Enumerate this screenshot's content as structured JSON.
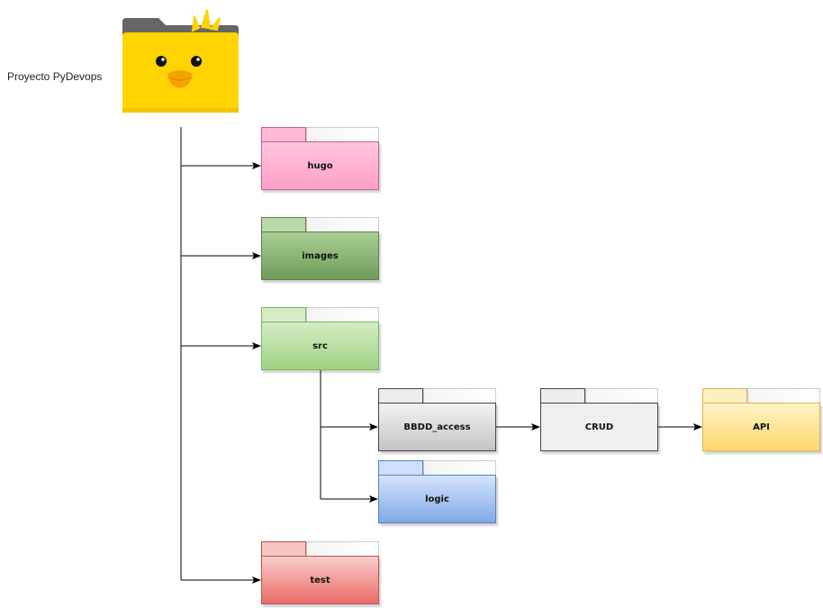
{
  "project": {
    "label": "Proyecto PyDevops"
  },
  "folders": {
    "hugo": {
      "label": "hugo",
      "tab_color": "#ffb7d5",
      "body_top": "#ffc6dd",
      "body_bottom": "#ff9fc9",
      "border": "#c25e8a"
    },
    "images": {
      "label": "images",
      "tab_color": "#b9d9a8",
      "body_top": "#a8ce94",
      "body_bottom": "#6f9c5a",
      "border": "#5d7f4b"
    },
    "src": {
      "label": "src",
      "tab_color": "#d6ecc7",
      "body_top": "#d5ecc5",
      "body_bottom": "#9fd384",
      "border": "#7ab55c"
    },
    "bbdd": {
      "label": "BBDD_access",
      "tab_color": "#ececec",
      "body_top": "#f2f2f2",
      "body_bottom": "#c4c4c4",
      "border": "#444444"
    },
    "crud": {
      "label": "CRUD",
      "tab_color": "#ededed",
      "body_top": "#efefef",
      "body_bottom": "#efefef",
      "border": "#444444"
    },
    "api": {
      "label": "API",
      "tab_color": "#fdf0c0",
      "body_top": "#fff2c7",
      "body_bottom": "#ffd86b",
      "border": "#d6b656"
    },
    "logic": {
      "label": "logic",
      "tab_color": "#cfe0fb",
      "body_top": "#d4e4fb",
      "body_bottom": "#80a9e6",
      "border": "#5a7fbf"
    },
    "test": {
      "label": "test",
      "tab_color": "#f7c6c3",
      "body_top": "#f8cecc",
      "body_bottom": "#ea6b66",
      "border": "#b85450"
    }
  },
  "colors": {
    "mascot_folder_yellow": "#ffd400",
    "mascot_folder_tab": "#666666",
    "connector": "#000000"
  }
}
